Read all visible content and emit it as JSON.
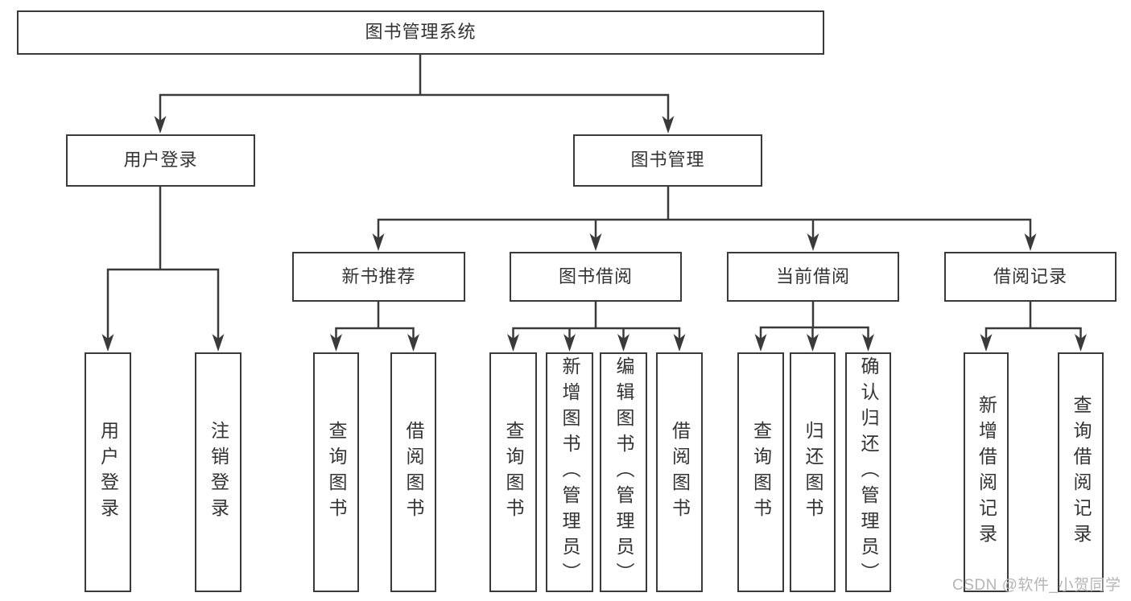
{
  "title": "图书管理系统",
  "level1": {
    "user_login": "用户登录",
    "book_management": "图书管理"
  },
  "level2": {
    "new_books": "新书推荐",
    "book_borrow": "图书借阅",
    "current_borrow": "当前借阅",
    "borrow_records": "借阅记录"
  },
  "leaves": {
    "user_login_leaf": "用户登录",
    "logout": "注销登录",
    "nb_query_books": "查询图书",
    "nb_borrow_books": "借阅图书",
    "bb_query_books": "查询图书",
    "bb_add_book_admin": "新增图书（管理员）",
    "bb_edit_book_admin": "编辑图书（管理员）",
    "bb_borrow_books": "借阅图书",
    "cb_query_books": "查询图书",
    "cb_return_books": "归还图书",
    "cb_confirm_return_admin": "确认归还（管理员）",
    "br_add_record": "新增借阅记录",
    "br_query_record": "查询借阅记录"
  },
  "watermark": "CSDN @软件_小贺同学",
  "colors": {
    "line": "#3a3a3a",
    "text": "#333333",
    "watermark": "#b5b5b5",
    "background": "#ffffff"
  }
}
